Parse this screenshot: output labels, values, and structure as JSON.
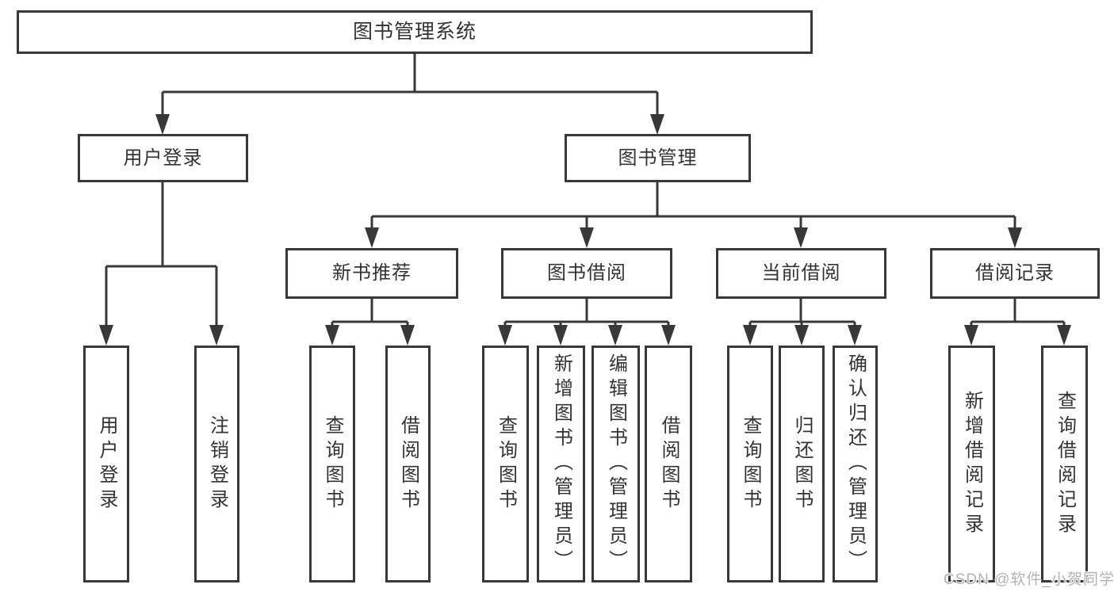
{
  "tree": {
    "root": "图书管理系统",
    "branches": [
      {
        "label": "用户登录",
        "children": [
          "用户登录",
          "注销登录"
        ]
      },
      {
        "label": "图书管理",
        "groups": [
          {
            "label": "新书推荐",
            "children": [
              "查询图书",
              "借阅图书"
            ]
          },
          {
            "label": "图书借阅",
            "children": [
              "查询图书",
              "新增图书（管理员）",
              "编辑图书（管理员）",
              "借阅图书"
            ]
          },
          {
            "label": "当前借阅",
            "children": [
              "查询图书",
              "归还图书",
              "确认归还（管理员）"
            ]
          },
          {
            "label": "借阅记录",
            "children": [
              "新增借阅记录",
              "查询借阅记录"
            ]
          }
        ]
      }
    ]
  },
  "watermark": {
    "text": "CSDN @软件_小贺同学"
  },
  "colors": {
    "line": "#383838",
    "box_border": "#383838",
    "text": "#333333",
    "watermark": "#b2b2b2",
    "background": "#ffffff"
  }
}
